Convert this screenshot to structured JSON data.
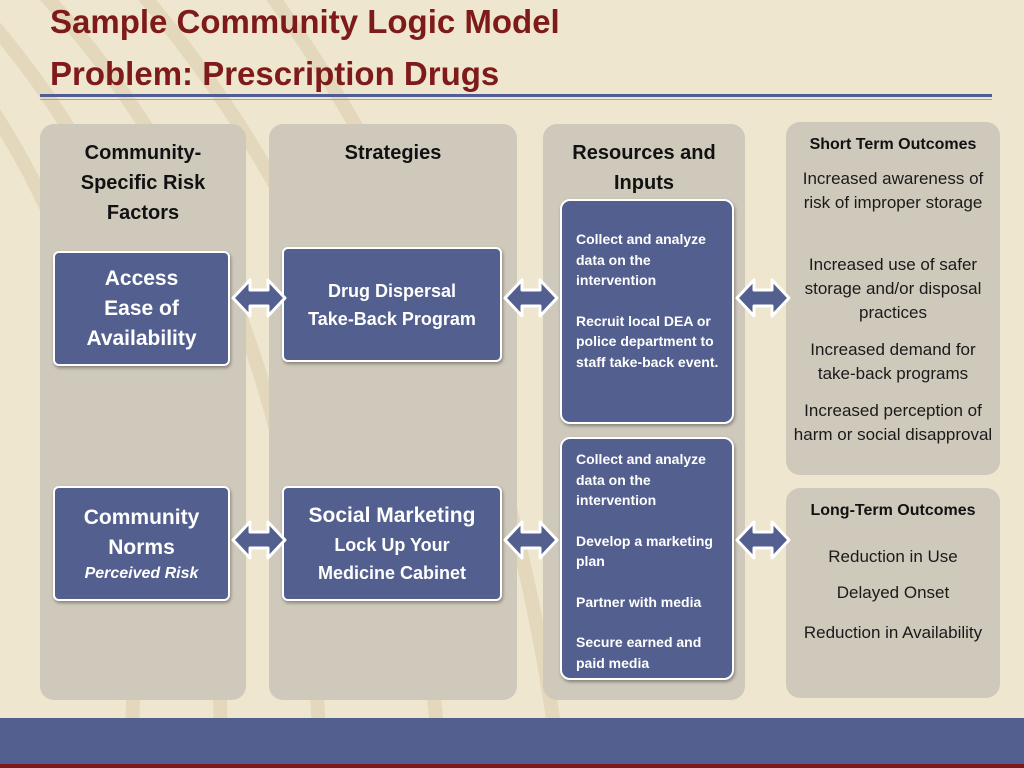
{
  "slide": {
    "title_line1": "Sample Community Logic Model",
    "title_line2": "Problem: Prescription Drugs"
  },
  "columns": {
    "risk": {
      "heading": [
        "Community-",
        "Specific Risk",
        "Factors"
      ],
      "items": [
        {
          "lines": [
            "Access",
            "Ease of",
            "Availability"
          ]
        },
        {
          "lines": [
            "Community",
            "Norms"
          ],
          "italic": "Perceived Risk"
        }
      ]
    },
    "strategies": {
      "heading": "Strategies",
      "items": [
        {
          "lines": [
            "Drug Dispersal",
            "Take-Back Program"
          ]
        },
        {
          "title": "Social Marketing",
          "lines": [
            "Lock Up Your",
            "Medicine Cabinet"
          ]
        }
      ]
    },
    "resources": {
      "heading": [
        "Resources and",
        "Inputs"
      ],
      "items": [
        {
          "points": [
            "Collect and analyze data on the intervention",
            "Recruit local DEA or police department to staff take-back event."
          ]
        },
        {
          "points": [
            "Collect and analyze data on the intervention",
            "Develop a marketing plan",
            "Partner with media",
            "Secure earned and paid media"
          ]
        }
      ]
    },
    "short_term": {
      "heading": "Short Term Outcomes",
      "items": [
        "Increased awareness of risk of improper storage",
        "Increased use of safer storage and/or disposal practices",
        "Increased demand for take-back programs",
        "Increased perception of harm or social disapproval"
      ]
    },
    "long_term": {
      "heading": "Long-Term Outcomes",
      "items": [
        "Reduction in Use",
        "Delayed Onset",
        "Reduction in Availability"
      ]
    }
  },
  "colors": {
    "title": "#7f1a1a",
    "box_fill": "#53608f",
    "column_fill": "#cfc9bc",
    "background": "#efe6cf"
  }
}
